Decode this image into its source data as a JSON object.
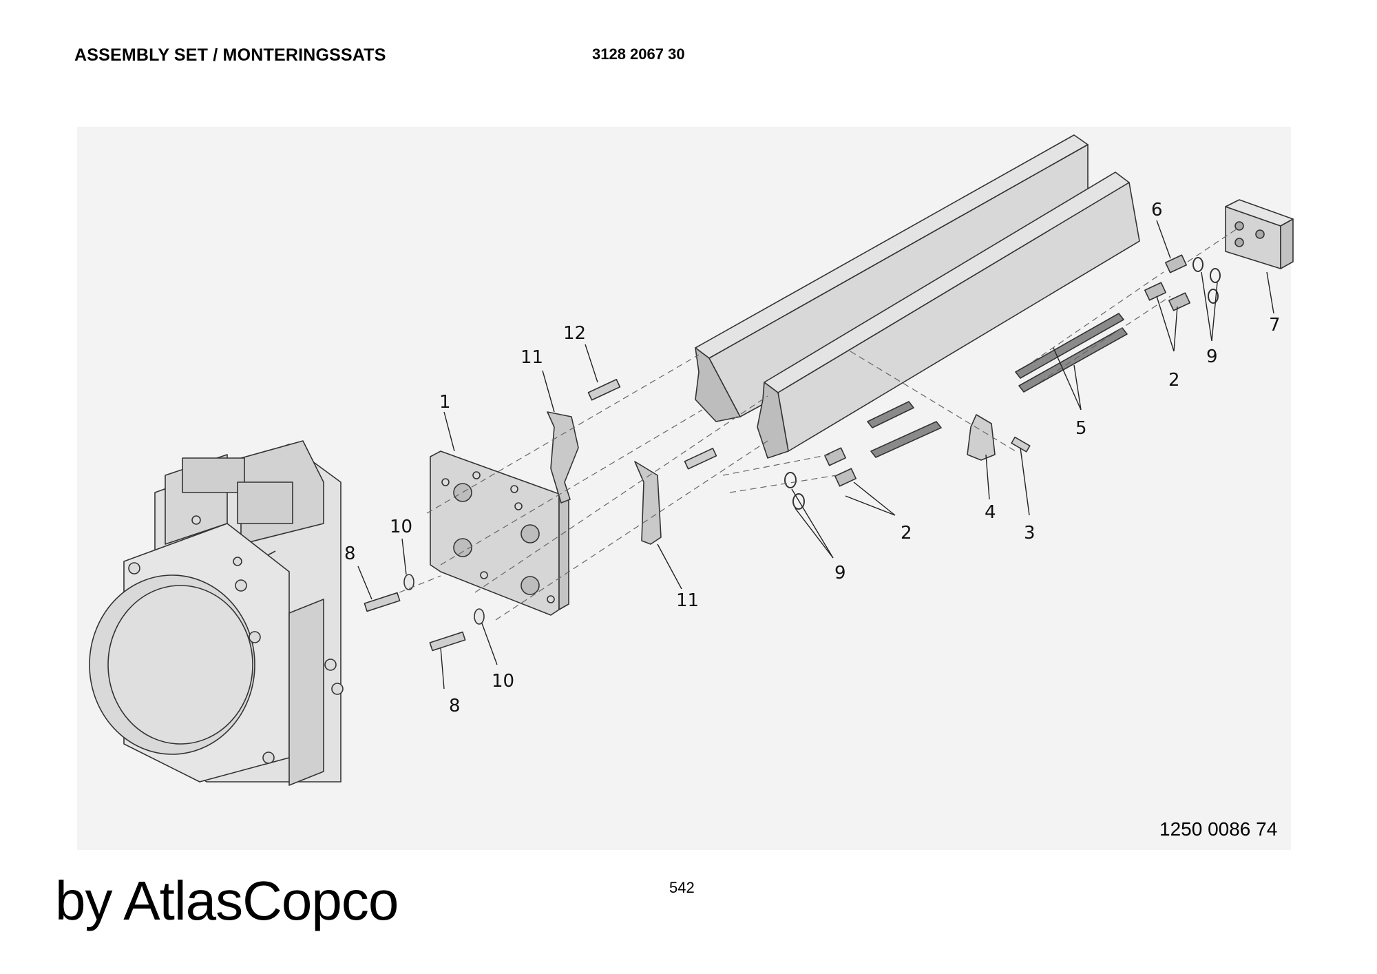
{
  "header": {
    "title": "ASSEMBLY SET / MONTERINGSSATS",
    "part_number": "3128 2067 30"
  },
  "diagram": {
    "callouts": {
      "c1": "1",
      "c2a": "2",
      "c2b": "2",
      "c3": "3",
      "c4": "4",
      "c5": "5",
      "c6": "6",
      "c7": "7",
      "c8a": "8",
      "c8b": "8",
      "c9a": "9",
      "c9b": "9",
      "c10a": "10",
      "c10b": "10",
      "c11a": "11",
      "c11b": "11",
      "c12": "12"
    },
    "drawing_number": "1250 0086 74"
  },
  "footer": {
    "page_number": "542",
    "brand": "by AtlasCopco"
  }
}
